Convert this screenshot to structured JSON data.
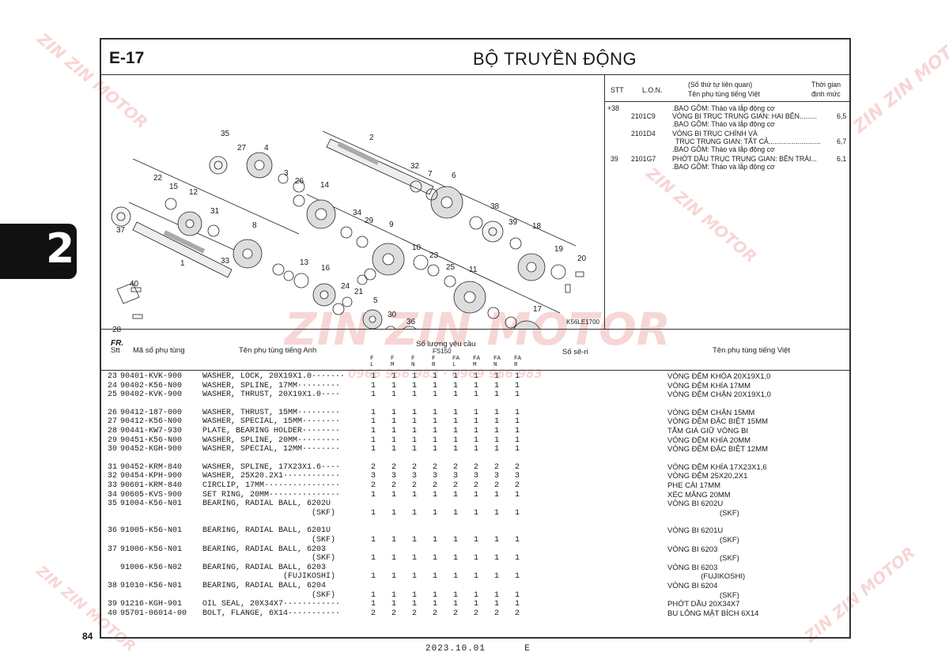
{
  "header": {
    "code": "E-17",
    "title": "BỘ TRUYỀN ĐỘNG"
  },
  "section_tab": "2",
  "page_number": "84",
  "footer": {
    "date": "2023.10.01",
    "edition": "E"
  },
  "watermark": {
    "text": "ZIN ZIN MOTOR",
    "phone": "0966 966 983 · 0969 966 983",
    "color": "#dc4646"
  },
  "diagram": {
    "code": "K56LE1700",
    "fr_label": "FR.",
    "part_numbers": [
      "1",
      "2",
      "3",
      "4",
      "5",
      "6",
      "7",
      "8",
      "9",
      "10",
      "11",
      "12",
      "13",
      "14",
      "15",
      "16",
      "17",
      "18",
      "19",
      "20",
      "21",
      "22",
      "23",
      "24",
      "25",
      "26",
      "27",
      "28",
      "29",
      "30",
      "31",
      "32",
      "33",
      "34",
      "35",
      "36",
      "37",
      "38",
      "39",
      "40"
    ]
  },
  "labor_table": {
    "headers": {
      "stt": "STT",
      "lon": "L.O.N.",
      "name_line1": "(Số thứ tự liên quan)",
      "name_line2": "Tên phụ tùng tiếng Việt",
      "time_line1": "Thời gian",
      "time_line2": "định mức"
    },
    "rows": [
      {
        "stt": "+38",
        "lon": "",
        "name": ".BAO GỒM: Tháo và lắp động cơ",
        "time": ""
      },
      {
        "stt": "",
        "lon": "2101C9",
        "name": "VÒNG BI TRỤC TRUNG GIAN: HAI BÊN.........",
        "time": "6,5"
      },
      {
        "stt": "",
        "lon": "",
        "name": ".BAO GỒM: Tháo và lắp động cơ",
        "time": ""
      },
      {
        "stt": "",
        "lon": "2101D4",
        "name": "VÒNG BI TRỤC CHÍNH VÀ",
        "time": ""
      },
      {
        "stt": "",
        "lon": "",
        "name": "TRỤC TRUNG GIAN: TẤT CẢ...........................",
        "time": "6,7"
      },
      {
        "stt": "",
        "lon": "",
        "name": ".BAO GỒM: Tháo và lắp động cơ",
        "time": ""
      },
      {
        "stt": "39",
        "lon": "2101G7",
        "name": "PHỚT DẦU TRỤC TRUNG GIAN: BÊN TRÁI...",
        "time": "6,1"
      },
      {
        "stt": "",
        "lon": "",
        "name": ".BAO GỒM: Tháo và lắp động cơ",
        "time": ""
      }
    ]
  },
  "parts_table": {
    "headers": {
      "stt": "Stt",
      "part_code": "Mã số phụ tùng",
      "name_en": "Tên phụ tùng tiếng Anh",
      "qty": "Số lượng yêu cầu",
      "model": "FS150",
      "serial": "Số sê-ri",
      "name_vi": "Tên phụ tùng tiếng Việt"
    },
    "qty_columns": [
      {
        "top": "F",
        "bottom": "L"
      },
      {
        "top": "F",
        "bottom": "M"
      },
      {
        "top": "F",
        "bottom": "N"
      },
      {
        "top": "F",
        "bottom": "R"
      },
      {
        "top": "FA",
        "bottom": "L"
      },
      {
        "top": "FA",
        "bottom": "M"
      },
      {
        "top": "FA",
        "bottom": "N"
      },
      {
        "top": "FA",
        "bottom": "R"
      }
    ],
    "rows": [
      {
        "stt": "23",
        "code": "90401-KVK-900",
        "en": "WASHER, LOCK, 20X19X1.0·······",
        "qty": [
          "1",
          "1",
          "1",
          "1",
          "1",
          "1",
          "1",
          "1"
        ],
        "vi": "VÒNG ĐỆM KHÓA 20X19X1,0"
      },
      {
        "stt": "24",
        "code": "90402-K56-N00",
        "en": "WASHER, SPLINE, 17MM·········",
        "qty": [
          "1",
          "1",
          "1",
          "1",
          "1",
          "1",
          "1",
          "1"
        ],
        "vi": "VÒNG ĐỆM KHÍA 17MM"
      },
      {
        "stt": "25",
        "code": "90402-KVK-900",
        "en": "WASHER, THRUST, 20X19X1.0····",
        "qty": [
          "1",
          "1",
          "1",
          "1",
          "1",
          "1",
          "1",
          "1"
        ],
        "vi": "VÒNG ĐỆM CHẶN 20X19X1,0"
      },
      {
        "stt": "26",
        "code": "90412-187-000",
        "en": "WASHER, THRUST, 15MM·········",
        "qty": [
          "1",
          "1",
          "1",
          "1",
          "1",
          "1",
          "1",
          "1"
        ],
        "vi": "VÒNG ĐỆM CHẶN 15MM"
      },
      {
        "stt": "27",
        "code": "90412-K56-N00",
        "en": "WASHER, SPECIAL, 15MM········",
        "qty": [
          "1",
          "1",
          "1",
          "1",
          "1",
          "1",
          "1",
          "1"
        ],
        "vi": "VÒNG ĐỆM ĐẶC BIỆT 15MM"
      },
      {
        "stt": "28",
        "code": "90441-KW7-930",
        "en": "PLATE, BEARING HOLDER········",
        "qty": [
          "1",
          "1",
          "1",
          "1",
          "1",
          "1",
          "1",
          "1"
        ],
        "vi": "TẤM GIÁ GIỮ VÒNG BI"
      },
      {
        "stt": "29",
        "code": "90451-K56-N00",
        "en": "WASHER, SPLINE, 20MM·········",
        "qty": [
          "1",
          "1",
          "1",
          "1",
          "1",
          "1",
          "1",
          "1"
        ],
        "vi": "VÒNG ĐỆM KHÍA 20MM"
      },
      {
        "stt": "30",
        "code": "90452-KGH-900",
        "en": "WASHER, SPECIAL, 12MM········",
        "qty": [
          "1",
          "1",
          "1",
          "1",
          "1",
          "1",
          "1",
          "1"
        ],
        "vi": "VÒNG ĐỆM ĐẶC BIỆT 12MM"
      },
      {
        "stt": "31",
        "code": "90452-KRM-840",
        "en": "WASHER, SPLINE, 17X23X1.6····",
        "qty": [
          "2",
          "2",
          "2",
          "2",
          "2",
          "2",
          "2",
          "2"
        ],
        "vi": "VÒNG ĐỆM KHÍA 17X23X1,6"
      },
      {
        "stt": "32",
        "code": "90454-KPH-900",
        "en": "WASHER, 25X20.2X1············",
        "qty": [
          "3",
          "3",
          "3",
          "3",
          "3",
          "3",
          "3",
          "3"
        ],
        "vi": "VÒNG ĐỆM 25X20,2X1"
      },
      {
        "stt": "33",
        "code": "90601-KRM-840",
        "en": "CIRCLIP, 17MM················",
        "qty": [
          "2",
          "2",
          "2",
          "2",
          "2",
          "2",
          "2",
          "2"
        ],
        "vi": "PHE CÀI 17MM"
      },
      {
        "stt": "34",
        "code": "90605-KVS-900",
        "en": "SET RING, 20MM···············",
        "qty": [
          "1",
          "1",
          "1",
          "1",
          "1",
          "1",
          "1",
          "1"
        ],
        "vi": "XÉC MĂNG 20MM"
      },
      {
        "stt": "35",
        "code": "91004-K56-N01",
        "en": "BEARING, RADIAL BALL, 6202U",
        "qty": [],
        "vi": "VÒNG BI 6202U"
      },
      {
        "stt": "",
        "code": "",
        "en": "                       (SKF)",
        "qty": [
          "1",
          "1",
          "1",
          "1",
          "1",
          "1",
          "1",
          "1"
        ],
        "vi": "                         (SKF)"
      },
      {
        "stt": "36",
        "code": "91005-K56-N01",
        "en": "BEARING, RADIAL BALL, 6201U",
        "qty": [],
        "vi": "VÒNG BI 6201U"
      },
      {
        "stt": "",
        "code": "",
        "en": "                       (SKF)",
        "qty": [
          "1",
          "1",
          "1",
          "1",
          "1",
          "1",
          "1",
          "1"
        ],
        "vi": "                         (SKF)"
      },
      {
        "stt": "37",
        "code": "91006-K56-N01",
        "en": "BEARING, RADIAL BALL, 6203",
        "qty": [],
        "vi": "VÒNG BI 6203"
      },
      {
        "stt": "",
        "code": "",
        "en": "                       (SKF)",
        "qty": [
          "1",
          "1",
          "1",
          "1",
          "1",
          "1",
          "1",
          "1"
        ],
        "vi": "                         (SKF)"
      },
      {
        "stt": "",
        "code": "91006-K56-N02",
        "en": "BEARING, RADIAL BALL, 6203",
        "qty": [],
        "vi": "VÒNG BI 6203"
      },
      {
        "stt": "",
        "code": "",
        "en": "                 (FUJIKOSHI)",
        "qty": [
          "1",
          "1",
          "1",
          "1",
          "1",
          "1",
          "1",
          "1"
        ],
        "vi": "                (FUJIKOSHI)"
      },
      {
        "stt": "38",
        "code": "91010-K56-N01",
        "en": "BEARING, RADIAL BALL, 6204",
        "qty": [],
        "vi": "VÒNG BI 6204"
      },
      {
        "stt": "",
        "code": "",
        "en": "                       (SKF)",
        "qty": [
          "1",
          "1",
          "1",
          "1",
          "1",
          "1",
          "1",
          "1"
        ],
        "vi": "                         (SKF)"
      },
      {
        "stt": "39",
        "code": "91216-KGH-901",
        "en": "OIL SEAL, 20X34X7············",
        "qty": [
          "1",
          "1",
          "1",
          "1",
          "1",
          "1",
          "1",
          "1"
        ],
        "vi": "PHỚT DẦU 20X34X7"
      },
      {
        "stt": "40",
        "code": "95701-06014-00",
        "en": "BOLT, FLANGE, 6X14···········",
        "qty": [
          "2",
          "2",
          "2",
          "2",
          "2",
          "2",
          "2",
          "2"
        ],
        "vi": "BU LÔNG MẶT BÍCH 6X14"
      }
    ]
  }
}
